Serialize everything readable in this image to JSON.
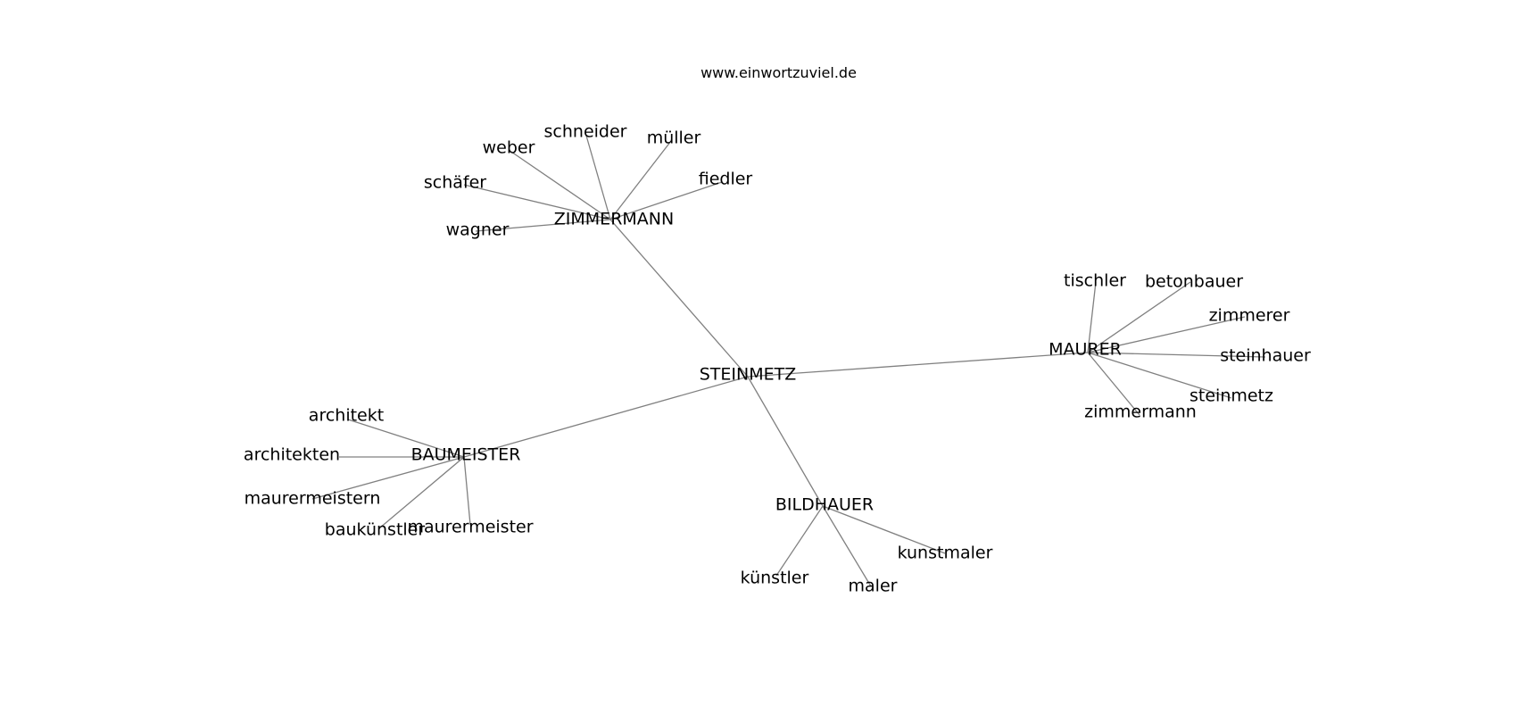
{
  "source": "www.einwortzuviel.de",
  "center": "STEINMETZ",
  "hubs": [
    {
      "key": "zimmermann",
      "label": "ZIMMERMANN",
      "leaves": [
        {
          "key": "weber",
          "label": "weber"
        },
        {
          "key": "schneider",
          "label": "schneider"
        },
        {
          "key": "mueller",
          "label": "müller"
        },
        {
          "key": "fiedler",
          "label": "fiedler"
        },
        {
          "key": "schaefer",
          "label": "schäfer"
        },
        {
          "key": "wagner",
          "label": "wagner"
        }
      ]
    },
    {
      "key": "maurer",
      "label": "MAURER",
      "leaves": [
        {
          "key": "tischler",
          "label": "tischler"
        },
        {
          "key": "betonbauer",
          "label": "betonbauer"
        },
        {
          "key": "zimmerer",
          "label": "zimmerer"
        },
        {
          "key": "steinhauer",
          "label": "steinhauer"
        },
        {
          "key": "steinmetz",
          "label": "steinmetz"
        },
        {
          "key": "zimmermann-leaf",
          "label": "zimmermann"
        }
      ]
    },
    {
      "key": "baumeister",
      "label": "BAUMEISTER",
      "leaves": [
        {
          "key": "architekt",
          "label": "architekt"
        },
        {
          "key": "architekten",
          "label": "architekten"
        },
        {
          "key": "maurermeistern",
          "label": "maurermeistern"
        },
        {
          "key": "baukuenstler",
          "label": "baukünstler"
        },
        {
          "key": "maurermeister",
          "label": "maurermeister"
        }
      ]
    },
    {
      "key": "bildhauer",
      "label": "BILDHAUER",
      "leaves": [
        {
          "key": "kunstmaler",
          "label": "kunstmaler"
        },
        {
          "key": "kuenstler",
          "label": "künstler"
        },
        {
          "key": "maler",
          "label": "maler"
        }
      ]
    }
  ]
}
